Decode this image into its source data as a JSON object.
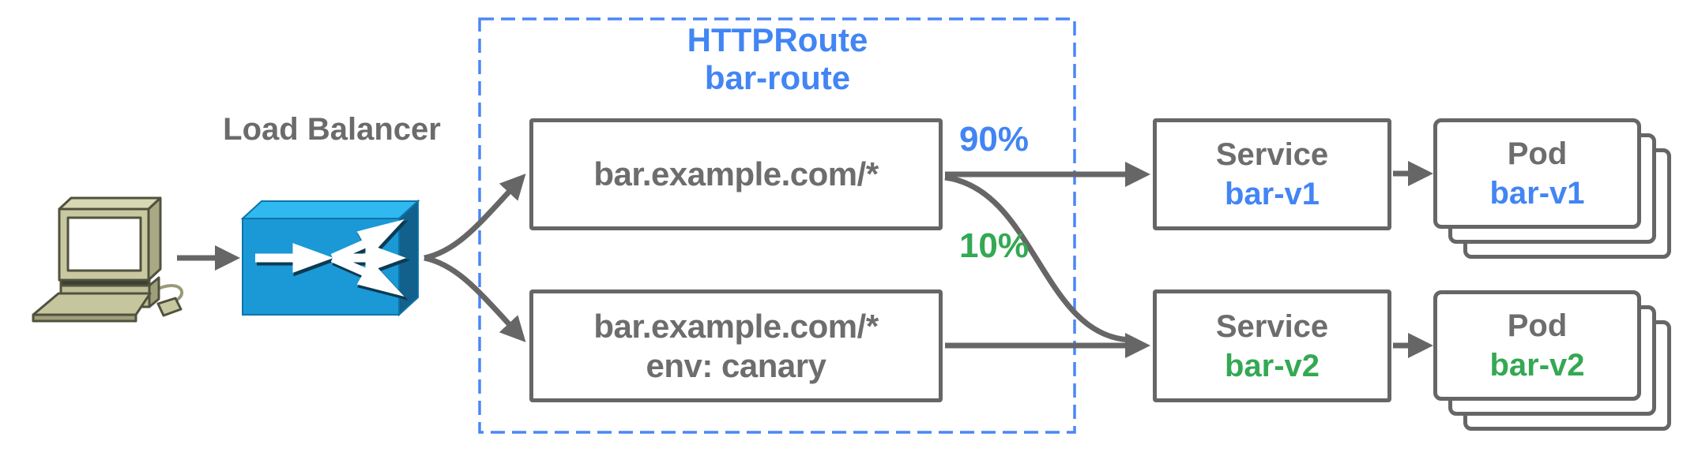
{
  "labels": {
    "load_balancer": "Load Balancer"
  },
  "client": {
    "icon": "desktop-computer-icon"
  },
  "httproute": {
    "kind": "HTTPRoute",
    "name": "bar-route",
    "rules": [
      {
        "match": "bar.example.com/*"
      },
      {
        "match": "bar.example.com/*",
        "header": "env: canary"
      }
    ]
  },
  "weights": {
    "primary": "90%",
    "canary": "10%"
  },
  "services": [
    {
      "kind": "Service",
      "name": "bar-v1"
    },
    {
      "kind": "Service",
      "name": "bar-v2"
    }
  ],
  "pods": [
    {
      "kind": "Pod",
      "name": "bar-v1"
    },
    {
      "kind": "Pod",
      "name": "bar-v2"
    }
  ],
  "colors": {
    "primary_blue": "#4285f4",
    "canary_green": "#34a853",
    "outline_gray": "#666666",
    "text_gray": "#6d6d6d",
    "dashed_border_blue": "#4b87f5",
    "lb_front_blue": "#1a99d6",
    "lb_top_blue": "#2fb9f0",
    "lb_side_blue": "#11618c",
    "computer_beige": "#c9c9a1"
  }
}
